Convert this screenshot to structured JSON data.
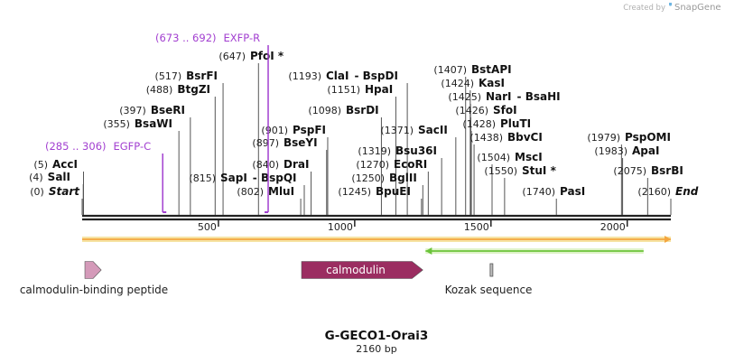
{
  "credit": {
    "text": "Created by",
    "brand": "SnapGene",
    "logo": "snapgene-icon"
  },
  "map": {
    "title": "G-GECO1-Orai3",
    "length_label": "2160 bp",
    "length": 2160,
    "ticks": [
      {
        "value": 500,
        "label": "500"
      },
      {
        "value": 1000,
        "label": "1000"
      },
      {
        "value": 1500,
        "label": "1500"
      },
      {
        "value": 2000,
        "label": "2000"
      }
    ]
  },
  "sites": [
    {
      "pos": "(0)",
      "name": "Start",
      "bp": 0,
      "italic": true
    },
    {
      "pos": "(4)",
      "name": "SalI",
      "bp": 4
    },
    {
      "pos": "(5)",
      "name": "AccI",
      "bp": 5
    },
    {
      "pos": "(355)",
      "name": "BsaWI",
      "bp": 355
    },
    {
      "pos": "(397)",
      "name": "BseRI",
      "bp": 397
    },
    {
      "pos": "(488)",
      "name": "BtgZI",
      "bp": 488
    },
    {
      "pos": "(517)",
      "name": "BsrFI",
      "bp": 517
    },
    {
      "pos": "(647)",
      "name": "PfoI *",
      "bp": 647
    },
    {
      "pos": "(815)",
      "name": "SapI",
      "bp": 815,
      "extra": "- BspQI"
    },
    {
      "pos": "(802)",
      "name": "MluI",
      "bp": 802
    },
    {
      "pos": "(840)",
      "name": "DraI",
      "bp": 840
    },
    {
      "pos": "(897)",
      "name": "BseYI",
      "bp": 897
    },
    {
      "pos": "(901)",
      "name": "PspFI",
      "bp": 901
    },
    {
      "pos": "(1098)",
      "name": "BsrDI",
      "bp": 1098
    },
    {
      "pos": "(1151)",
      "name": "HpaI",
      "bp": 1151
    },
    {
      "pos": "(1193)",
      "name": "ClaI",
      "bp": 1193,
      "extra": "- BspDI"
    },
    {
      "pos": "(1245)",
      "name": "BpuEI",
      "bp": 1245
    },
    {
      "pos": "(1250)",
      "name": "BglII",
      "bp": 1250
    },
    {
      "pos": "(1270)",
      "name": "EcoRI",
      "bp": 1270
    },
    {
      "pos": "(1319)",
      "name": "Bsu36I",
      "bp": 1319
    },
    {
      "pos": "(1371)",
      "name": "SacII",
      "bp": 1371
    },
    {
      "pos": "(1407)",
      "name": "BstAPI",
      "bp": 1407
    },
    {
      "pos": "(1424)",
      "name": "KasI",
      "bp": 1424
    },
    {
      "pos": "(1425)",
      "name": "NarI",
      "bp": 1425,
      "extra": "- BsaHI"
    },
    {
      "pos": "(1426)",
      "name": "SfoI",
      "bp": 1426
    },
    {
      "pos": "(1428)",
      "name": "PluTI",
      "bp": 1428
    },
    {
      "pos": "(1438)",
      "name": "BbvCI",
      "bp": 1438
    },
    {
      "pos": "(1504)",
      "name": "MscI",
      "bp": 1504
    },
    {
      "pos": "(1550)",
      "name": "StuI *",
      "bp": 1550
    },
    {
      "pos": "(1740)",
      "name": "PasI",
      "bp": 1740
    },
    {
      "pos": "(1979)",
      "name": "PspOMI",
      "bp": 1979
    },
    {
      "pos": "(1983)",
      "name": "ApaI",
      "bp": 1983
    },
    {
      "pos": "(2075)",
      "name": "BsrBI",
      "bp": 2075
    },
    {
      "pos": "(2160)",
      "name": "End",
      "bp": 2160,
      "italic": true
    }
  ],
  "primers": [
    {
      "range": "(285 .. 306)",
      "name": "EGFP-C",
      "start": 285,
      "end": 306,
      "color": "#a23fd0"
    },
    {
      "range": "(673 .. 692)",
      "name": "EXFP-R",
      "start": 673,
      "end": 692,
      "color": "#a23fd0"
    }
  ],
  "features": [
    {
      "name": "calmodulin-binding peptide",
      "start": 10,
      "end": 70,
      "color": "#d49ab9",
      "kind": "arrow"
    },
    {
      "name": "calmodulin",
      "start": 805,
      "end": 1250,
      "color": "#9b2d61",
      "kind": "arrow",
      "label_inside": true
    },
    {
      "name": "Kozak sequence",
      "start": 1497,
      "end": 1506,
      "color": "#a0a0a0",
      "kind": "box"
    }
  ],
  "orfs": [
    {
      "start": 0,
      "end": 2160,
      "direction": "forward",
      "color": "#f4a640",
      "fill": "#f6e3a4"
    },
    {
      "start": 1260,
      "end": 2060,
      "direction": "reverse",
      "color": "#6bc43a",
      "fill": "#dff3c9"
    }
  ]
}
